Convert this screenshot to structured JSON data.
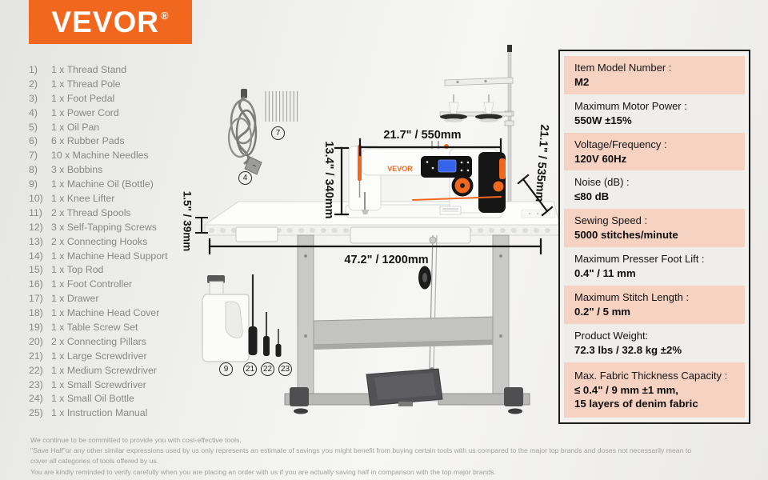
{
  "brand": {
    "logo_text": "VEVOR",
    "registered_mark": "®"
  },
  "machine": {
    "logo_text": "VEVOR"
  },
  "parts_list": {
    "items": [
      {
        "num": "1)",
        "label": "1 x Thread Stand"
      },
      {
        "num": "2)",
        "label": "1 x Thread Pole"
      },
      {
        "num": "3)",
        "label": "1 x Foot Pedal"
      },
      {
        "num": "4)",
        "label": "1 x Power Cord"
      },
      {
        "num": "5)",
        "label": "1 x Oil Pan"
      },
      {
        "num": "6)",
        "label": "6 x Rubber Pads"
      },
      {
        "num": "7)",
        "label": "10 x Machine Needles"
      },
      {
        "num": "8)",
        "label": "3 x Bobbins"
      },
      {
        "num": "9)",
        "label": "1 x Machine Oil (Bottle)"
      },
      {
        "num": "10)",
        "label": "1 x Knee Lifter"
      },
      {
        "num": "11)",
        "label": "2 x Thread Spools"
      },
      {
        "num": "12)",
        "label": "3 x Self-Tapping Screws"
      },
      {
        "num": "13)",
        "label": "2 x Connecting Hooks"
      },
      {
        "num": "14)",
        "label": "1 x Machine Head Support"
      },
      {
        "num": "15)",
        "label": "1 x Top Rod"
      },
      {
        "num": "16)",
        "label": "1 x Foot Controller"
      },
      {
        "num": "17)",
        "label": "1 x Drawer"
      },
      {
        "num": "18)",
        "label": "1 x Machine Head Cover"
      },
      {
        "num": "19)",
        "label": "1 x Table Screw Set"
      },
      {
        "num": "20)",
        "label": "2 x Connecting Pillars"
      },
      {
        "num": "21)",
        "label": "1 x Large Screwdriver"
      },
      {
        "num": "22)",
        "label": "1 x Medium Screwdriver"
      },
      {
        "num": "23)",
        "label": "1 x Small Screwdriver"
      },
      {
        "num": "24)",
        "label": "1 x Small Oil Bottle"
      },
      {
        "num": "25)",
        "label": "1 x Instruction Manual"
      }
    ]
  },
  "callouts": {
    "power_cord": "4",
    "needles": "7",
    "oil_bottle": "9",
    "large_screwdriver": "21",
    "medium_screwdriver": "22",
    "small_screwdriver": "23"
  },
  "dimensions": {
    "machine_width": "21.7\" / 550mm",
    "head_height": "13.4\" / 340mm",
    "stand_height": "21.1\" / 535mm",
    "table_thickness": "1.5\" / 39mm",
    "table_width": "47.2\" / 1200mm"
  },
  "specs": {
    "rows": [
      {
        "label": "Item Model Number :",
        "value": "M2"
      },
      {
        "label": "Maximum Motor Power :",
        "value": "550W ±15%"
      },
      {
        "label": "Voltage/Frequency :",
        "value": "120V 60Hz"
      },
      {
        "label": "Noise (dB) :",
        "value": "≤80 dB"
      },
      {
        "label": "Sewing Speed :",
        "value": "5000 stitches/minute"
      },
      {
        "label": "Maximum Presser Foot Lift :",
        "value": "0.4\" / 11 mm"
      },
      {
        "label": "Maximum Stitch Length :",
        "value": "0.2\" / 5 mm"
      },
      {
        "label": "Product Weight:",
        "value": "72.3 lbs / 32.8 kg ±2%"
      },
      {
        "label": "Max. Fabric Thickness Capacity :",
        "value": "≤ 0.4\" / 9 mm ±1 mm,\n15 layers of denim fabric"
      }
    ]
  },
  "disclaimer": {
    "lines": [
      "We continue to be committed to provide you with cost-effective tools.",
      "\"Save Half\"or any other similar expressions used by us only represents an estimate of savings you might benefit from buying certain tools with us compared to the major top brands and doses not necessarily mean to",
      "cover all categories of tools offered by us.",
      "You are kindly reminded to verify carefully when you are placing an order with us if you are actually saving half in comparison with the top major brands."
    ]
  },
  "colors": {
    "brand_orange": "#F2671E",
    "spec_pink": "#F6D2C2",
    "spec_row_gray": "#F0EEEB",
    "lcd_blue": "#3563E9"
  }
}
